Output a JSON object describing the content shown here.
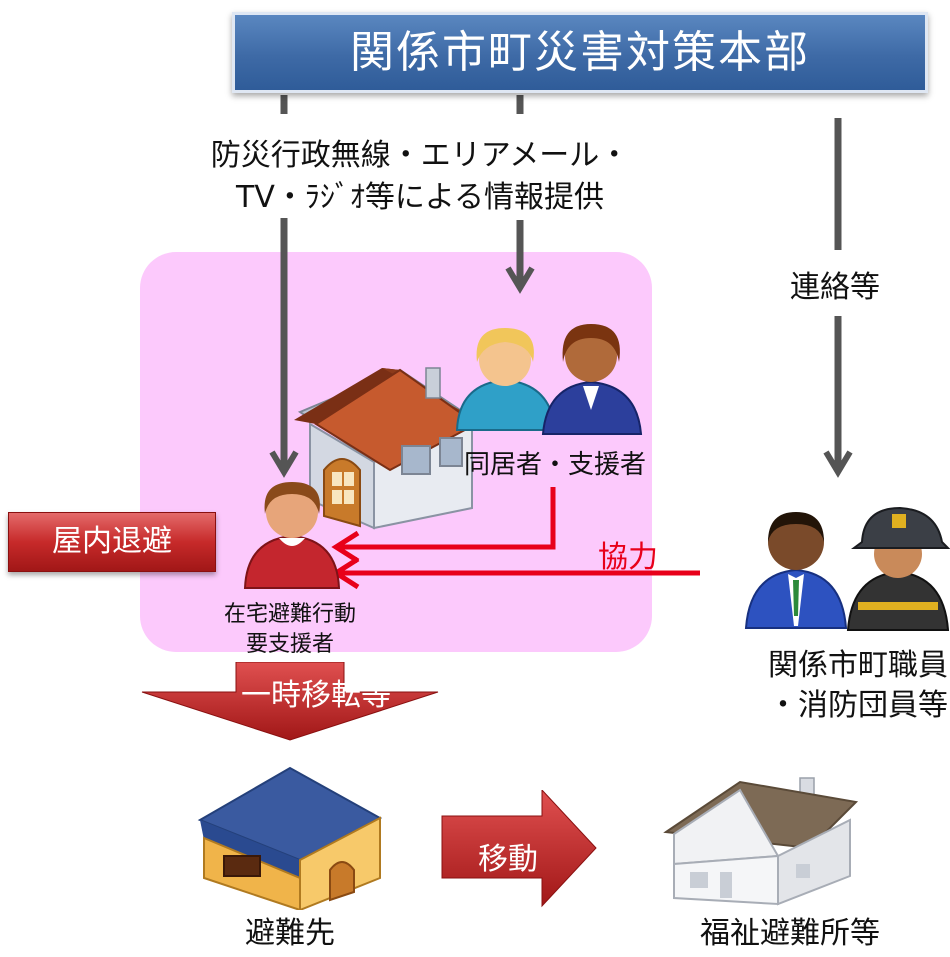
{
  "header": {
    "title": "関係市町災害対策本部"
  },
  "info_label": {
    "line1": "防災行政無線・エリアメール・",
    "line2": "TV・ﾗｼﾞｵ等による情報提供"
  },
  "contact_label": "連絡等",
  "household": {
    "cohabitants_label": "同居者・支援者",
    "person_label_line1": "在宅避難行動",
    "person_label_line2": "要支援者"
  },
  "indoor_label": "屋内退避",
  "cooperation_label": "協力",
  "responders": {
    "line1": "関係市町職員",
    "line2": "・消防団員等"
  },
  "relocation_label": "一時移転等",
  "shelter_label": "避難先",
  "move_label": "移動",
  "welfare_shelter_label": "福祉避難所等",
  "colors": {
    "banner": "#4672ad",
    "household_area": "#fcc9fc",
    "accent_red": "#c62828",
    "arrow_gray": "#555555",
    "cooperation_arrow": "#e8001a"
  }
}
